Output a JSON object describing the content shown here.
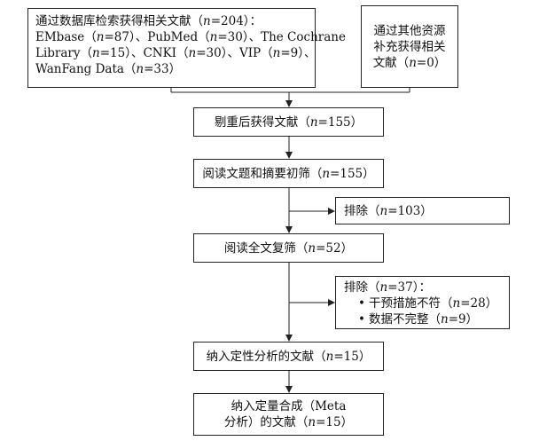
{
  "boxes": {
    "database_search": {
      "lines": [
        [
          "通过数据库检索获得相关文献（",
          "n",
          "=204）："
        ],
        [
          "EMbase（",
          "n",
          "=87）、PubMed（",
          "n",
          "=30）、The Cochrane"
        ],
        [
          "Library（",
          "n",
          "=15）、CNKI（",
          "n",
          "=30）、VIP（",
          "n",
          "=9）、"
        ],
        [
          "WanFang Data（",
          "n",
          "=33）"
        ]
      ]
    },
    "other_sources": {
      "lines": [
        [
          "通过其他资源"
        ],
        [
          "补充获得相关"
        ],
        [
          "文献（",
          "n",
          "=0）"
        ]
      ]
    },
    "dedup": {
      "lines": [
        [
          "剔重后获得文献（",
          "n",
          "=155）"
        ]
      ]
    },
    "title_abstract": {
      "lines": [
        [
          "阅读文题和摘要初筛（",
          "n",
          "=155）"
        ]
      ]
    },
    "exclude_1": {
      "lines": [
        [
          "排除（",
          "n",
          "=103）"
        ]
      ]
    },
    "fulltext": {
      "lines": [
        [
          "阅读全文复筛（",
          "n",
          "=52）"
        ]
      ]
    },
    "exclude_2": {
      "lines": [
        [
          "排除（",
          "n",
          "=37）："
        ]
      ],
      "bullets": [
        [
          "干预措施不符（",
          "n",
          "=28）"
        ],
        [
          "数据不完整（",
          "n",
          "=9）"
        ]
      ]
    },
    "qualitative": {
      "lines": [
        [
          "纳入定性分析的文献（",
          "n",
          "=15）"
        ]
      ]
    },
    "meta": {
      "lines": [
        [
          "纳入定量合成（Meta"
        ],
        [
          "分析）的文献（",
          "n",
          "=15）"
        ]
      ]
    }
  }
}
